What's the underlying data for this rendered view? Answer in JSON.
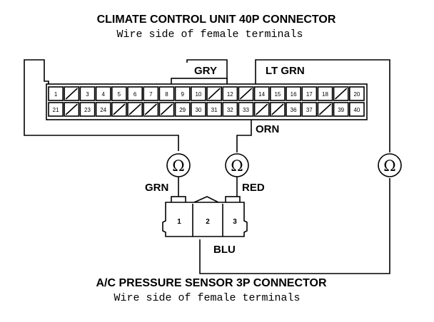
{
  "top_connector": {
    "title": "CLIMATE CONTROL UNIT 40P CONNECTOR",
    "subtitle": "Wire side of female terminals",
    "row1": [
      "1",
      "",
      "3",
      "4",
      "5",
      "6",
      "7",
      "8",
      "9",
      "10",
      "",
      "12",
      "",
      "14",
      "15",
      "16",
      "17",
      "18",
      "",
      "20"
    ],
    "row2": [
      "21",
      "",
      "23",
      "24",
      "",
      "",
      "",
      "",
      "29",
      "30",
      "31",
      "32",
      "33",
      "",
      "",
      "36",
      "37",
      "",
      "39",
      "40"
    ]
  },
  "wire_labels": {
    "gry": "GRY",
    "lt_grn": "LT GRN",
    "orn": "ORN",
    "grn": "GRN",
    "red": "RED",
    "blu": "BLU"
  },
  "meters": {
    "symbol": "Ω",
    "icon": "ohmmeter-icon"
  },
  "sensor_connector": {
    "title": "A/C PRESSURE SENSOR 3P CONNECTOR",
    "subtitle": "Wire side of female terminals",
    "pins": [
      "1",
      "2",
      "3"
    ]
  }
}
